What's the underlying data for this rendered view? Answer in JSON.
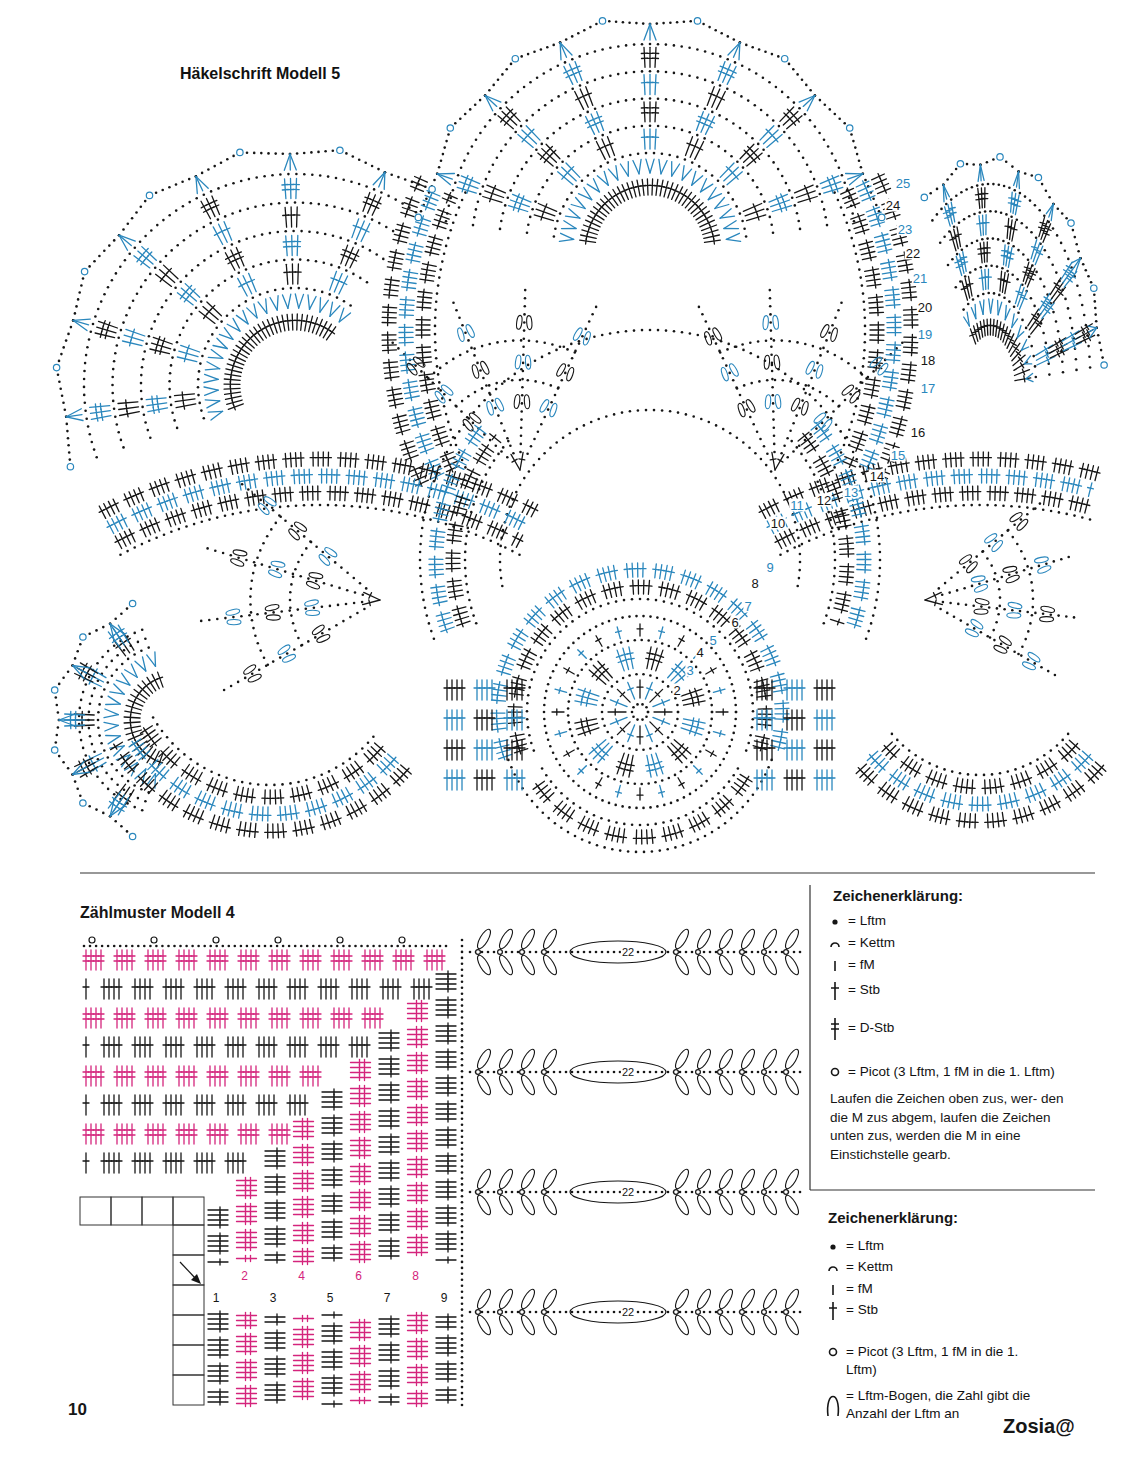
{
  "diagram": {
    "title": "Häkelschrift Modell 5",
    "labels": [
      "25",
      "24",
      "23",
      "22",
      "21",
      "20",
      "19",
      "18",
      "17",
      "16",
      "15",
      "14",
      "13",
      "12",
      "11",
      "10",
      "9",
      "8",
      "7",
      "6",
      "5",
      "4",
      "3",
      "2",
      "Zählmuster Modell 4",
      "22",
      "22",
      "22",
      "22",
      "1",
      "2",
      "3",
      "4",
      "5",
      "6",
      "7",
      "8",
      "9",
      "Zeichenerklärung:",
      "Laufen die Zeichen oben zus, wer- den die M zus abgem, laufen die Zeichen unten zus, werden die M in eine Einstichstelle gearb.",
      "Zeichenerklärung:",
      "10",
      "Zosia@"
    ],
    "legend": [
      {
        "text": "= Lftm"
      },
      {
        "text": "= Kettm"
      },
      {
        "text": "= fM"
      },
      {
        "text": "= Stb"
      },
      {
        "text": "= D-Stb"
      },
      {
        "text": "= Picot (3 Lftm, 1 fM in die 1. Lftm)"
      },
      {
        "text": "= Lftm"
      },
      {
        "text": "= Kettm"
      },
      {
        "text": "= fM"
      },
      {
        "text": "= Stb"
      },
      {
        "text": "= Picot (3 Lftm, 1 fM in die 1. Lftm)"
      },
      {
        "text": "= Lftm-Bogen, die Zahl gibt die Anzahl der Lftm an"
      }
    ]
  }
}
